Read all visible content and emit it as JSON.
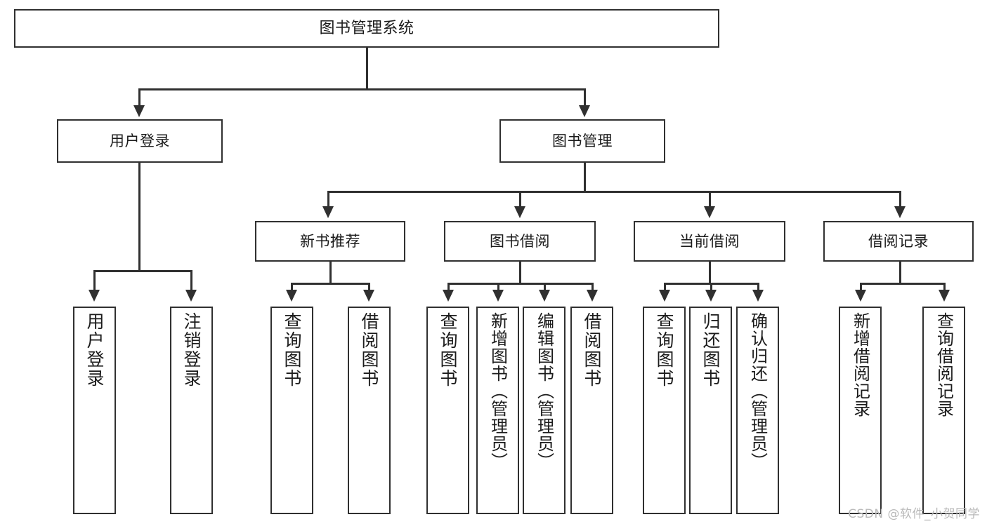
{
  "diagram": {
    "type": "tree-hierarchy",
    "title": "图书管理系统",
    "watermark": "CSDN @软件_小贺同学",
    "colors": {
      "stroke": "#303030",
      "fill": "#ffffff",
      "text": "#1b1b1b",
      "watermark": "#b9b9b9"
    },
    "root": {
      "label": "图书管理系统"
    },
    "level2": [
      {
        "label": "用户登录"
      },
      {
        "label": "图书管理"
      }
    ],
    "level3": [
      {
        "label": "新书推荐"
      },
      {
        "label": "图书借阅"
      },
      {
        "label": "当前借阅"
      },
      {
        "label": "借阅记录"
      }
    ],
    "leaves": {
      "user_login": [
        {
          "label": "用户登录"
        },
        {
          "label": "注销登录"
        }
      ],
      "new_book_recommend": [
        {
          "label": "查询图书"
        },
        {
          "label": "借阅图书"
        }
      ],
      "book_borrow": [
        {
          "label": "查询图书"
        },
        {
          "label": "新增图书（管理员）"
        },
        {
          "label": "编辑图书（管理员）"
        },
        {
          "label": "借阅图书"
        }
      ],
      "current_borrow": [
        {
          "label": "查询图书"
        },
        {
          "label": "归还图书"
        },
        {
          "label": "确认归还（管理员）"
        }
      ],
      "borrow_record": [
        {
          "label": "新增借阅记录"
        },
        {
          "label": "查询借阅记录"
        }
      ]
    }
  }
}
